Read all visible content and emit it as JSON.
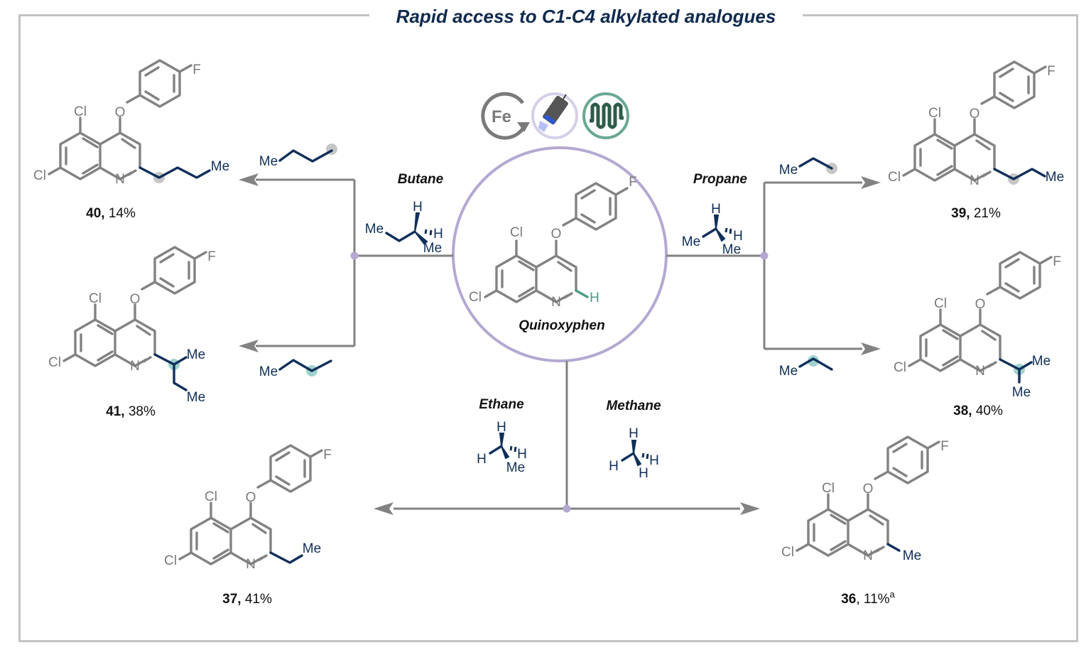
{
  "title": "Rapid access to C1-C4 alkylated analogues",
  "icons": [
    {
      "name": "iron-catalyst-icon",
      "label": "Fe"
    },
    {
      "name": "led-light-icon",
      "label": ""
    },
    {
      "name": "flow-reactor-icon",
      "label": ""
    }
  ],
  "colors": {
    "title": "#102a4f",
    "frame": "#c3c3c3",
    "bond_gray": "#828282",
    "bond_blue": "#102f5a",
    "highlight_green": "#4a9a84",
    "circle_purple": "#b4a9d2",
    "node_purple": "#b4a9d2",
    "highlight_teal": "#9fd3cf",
    "highlight_gray": "#c6c6c6"
  },
  "center": {
    "name": "Quinoxyphen",
    "atoms": {
      "cl1": "Cl",
      "cl2": "Cl",
      "o": "O",
      "f": "F",
      "n": "N",
      "h": "H"
    }
  },
  "gases": {
    "butane": {
      "label": "Butane",
      "atoms": [
        "H",
        "Me",
        "H",
        "Me"
      ]
    },
    "propane": {
      "label": "Propane",
      "atoms": [
        "H",
        "Me",
        "H",
        "Me"
      ]
    },
    "ethane": {
      "label": "Ethane",
      "atoms": [
        "H",
        "H",
        "H",
        "Me"
      ]
    },
    "methane": {
      "label": "Methane",
      "atoms": [
        "H",
        "H",
        "H",
        "H"
      ]
    }
  },
  "fragments": {
    "n_butyl": "Me",
    "sec_butyl": "Me",
    "n_propyl": "Me",
    "isopropyl": "Me"
  },
  "products": [
    {
      "id": "40",
      "yield": "14%",
      "sup": "",
      "substituent": "n-butyl",
      "labels": [
        "Me"
      ]
    },
    {
      "id": "41",
      "yield": "38%",
      "sup": "",
      "substituent": "sec-butyl",
      "labels": [
        "Me",
        "Me"
      ]
    },
    {
      "id": "39",
      "yield": "21%",
      "sup": "",
      "substituent": "n-propyl",
      "labels": [
        "Me"
      ]
    },
    {
      "id": "38",
      "yield": "40%",
      "sup": "",
      "substituent": "isopropyl",
      "labels": [
        "Me",
        "Me"
      ]
    },
    {
      "id": "37",
      "yield": "41%",
      "sup": "",
      "substituent": "ethyl",
      "labels": [
        "Me"
      ]
    },
    {
      "id": "36",
      "yield": "11%",
      "sup": "a",
      "substituent": "methyl",
      "labels": [
        "Me"
      ]
    }
  ],
  "atom_labels": {
    "cl": "Cl",
    "o": "O",
    "f": "F",
    "n": "N"
  },
  "separator": ","
}
